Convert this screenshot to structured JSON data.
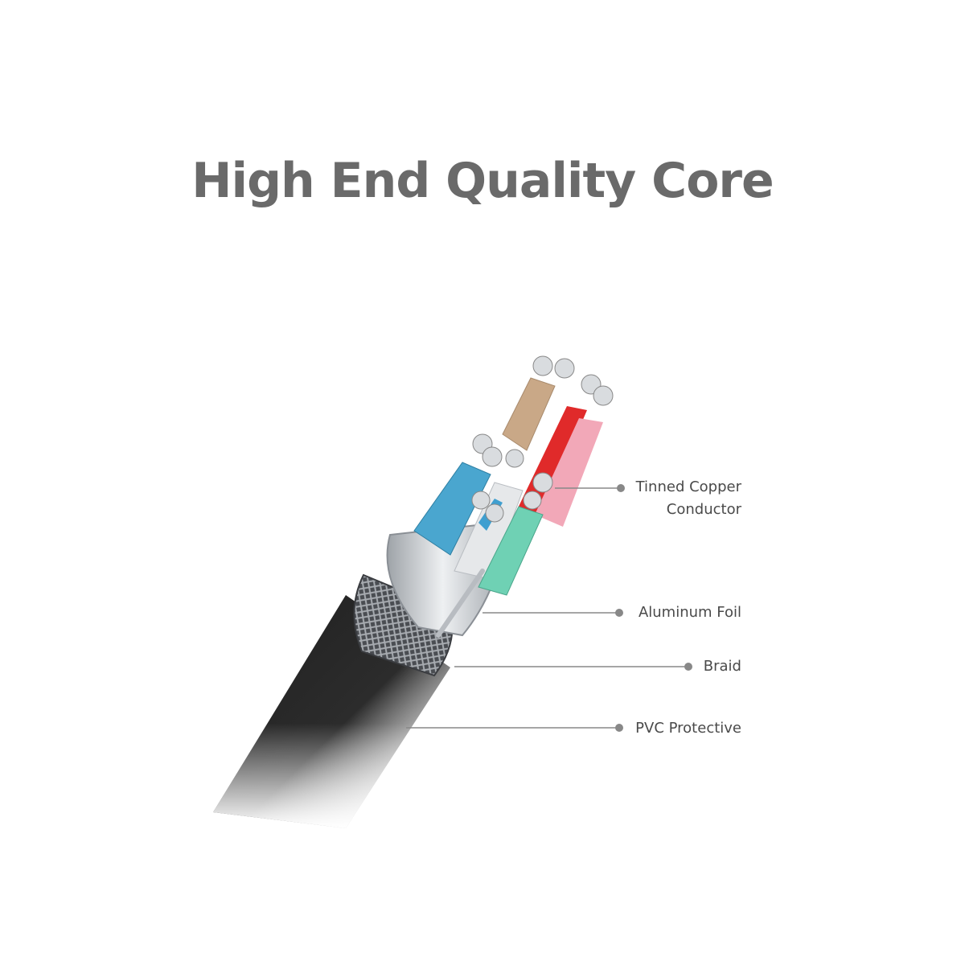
{
  "title": "High End Quality Core",
  "labels": {
    "tinned_copper_line1": "Tinned Copper",
    "tinned_copper_line2": "Conductor",
    "aluminum_foil": "Aluminum Foil",
    "braid": "Braid",
    "pvc_protective": "PVC Protective"
  },
  "colors": {
    "title": "#6a6a6a",
    "jacket": "#2a2a2a",
    "foil": "#c9cdd2",
    "wire_tan": "#c9a887",
    "wire_red": "#e02a2a",
    "wire_pink": "#f2a8b8",
    "wire_blue": "#4aa6cf",
    "wire_green": "#6fd1b4",
    "wire_white": "#e6e8ea"
  }
}
